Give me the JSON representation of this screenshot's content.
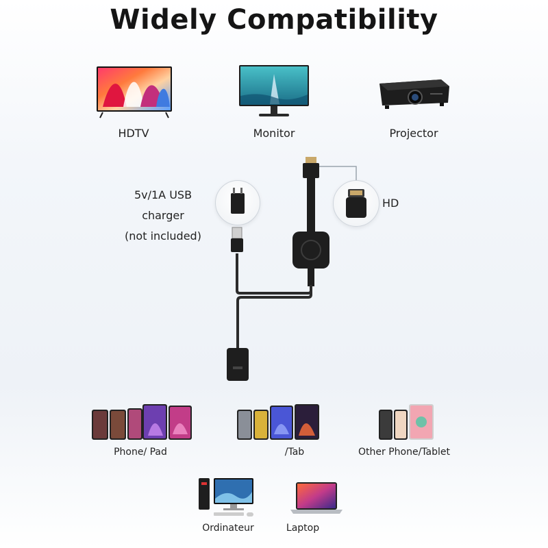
{
  "title": "Widely Compatibility",
  "displays": [
    {
      "label": "HDTV",
      "icon": "tv-icon"
    },
    {
      "label": "Monitor",
      "icon": "monitor-icon"
    },
    {
      "label": "Projector",
      "icon": "projector-icon"
    }
  ],
  "charger": {
    "line1": "5v/1A USB",
    "line2": "charger",
    "line3": "(not included)",
    "icon": "usb-charger-icon"
  },
  "hd_label": "HD",
  "sources": [
    {
      "label": "Phone/ Pad",
      "icon": "phones-pads-icon"
    },
    {
      "label": "/Tab",
      "icon": "tablets-icon"
    },
    {
      "label": "Other Phone/Tablet",
      "icon": "other-phones-icon"
    }
  ],
  "computers": [
    {
      "label": "Ordinateur",
      "icon": "desktop-computer-icon"
    },
    {
      "label": "Laptop",
      "icon": "laptop-icon"
    }
  ],
  "colors": {
    "cable": "#2b2b2b",
    "device_dark": "#1e1e1e",
    "connector_line": "#9aa3ad"
  }
}
